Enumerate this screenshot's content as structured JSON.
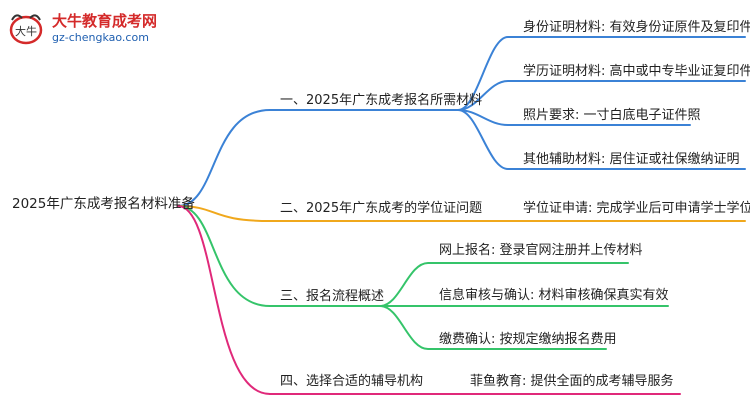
{
  "logo": {
    "title": "大牛教育成考网",
    "url": "gz-chengkao.com",
    "mark_text": "大牛"
  },
  "root": {
    "label": "2025年广东成考报名材料准备"
  },
  "branches": [
    {
      "label": "一、2025年广东成考报名所需材料",
      "color": "#3b82d6",
      "children": [
        "身份证明材料: 有效身份证原件及复印件",
        "学历证明材料: 高中或中专毕业证复印件",
        "照片要求: 一寸白底电子证件照",
        "其他辅助材料: 居住证或社保缴纳证明"
      ]
    },
    {
      "label": "二、2025年广东成考的学位证问题",
      "color": "#f0a81c",
      "children": [
        "学位证申请: 完成学业后可申请学士学位证"
      ]
    },
    {
      "label": "三、报名流程概述",
      "color": "#35c46a",
      "children": [
        "网上报名: 登录官网注册并上传材料",
        "信息审核与确认: 材料审核确保真实有效",
        "缴费确认: 按规定缴纳报名费用"
      ]
    },
    {
      "label": "四、选择合适的辅导机构",
      "color": "#e0297a",
      "children": [
        "菲鱼教育: 提供全面的成考辅导服务"
      ]
    }
  ]
}
